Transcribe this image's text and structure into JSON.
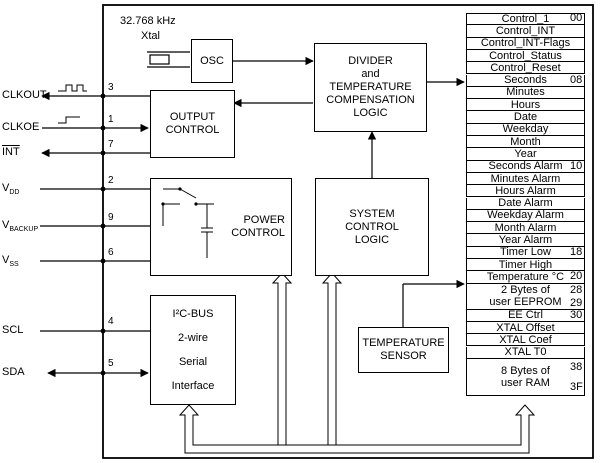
{
  "crystal": {
    "freq": "32.768 kHz",
    "label": "Xtal"
  },
  "blocks": {
    "osc": "OSC",
    "divider": [
      "DIVIDER",
      "and",
      "TEMPERATURE",
      "COMPENSATION",
      "LOGIC"
    ],
    "output": [
      "OUTPUT",
      "CONTROL"
    ],
    "power": [
      "POWER",
      "CONTROL"
    ],
    "system": [
      "SYSTEM",
      "CONTROL",
      "LOGIC"
    ],
    "i2c": [
      "I²C-BUS",
      "2-wire",
      "Serial",
      "Interface"
    ],
    "tempsensor": [
      "TEMPERATURE",
      "SENSOR"
    ]
  },
  "pins": {
    "clkout": {
      "name": "CLKOUT",
      "num": "3"
    },
    "clkoe": {
      "name": "CLKOE",
      "num": "1"
    },
    "int": {
      "name": "INT",
      "num": "7"
    },
    "vdd": {
      "name": "V",
      "sub": "DD",
      "num": "2"
    },
    "vbackup": {
      "name": "V",
      "sub": "BACKUP",
      "num": "9"
    },
    "vss": {
      "name": "V",
      "sub": "SS",
      "num": "6"
    },
    "scl": {
      "name": "SCL",
      "num": "4"
    },
    "sda": {
      "name": "SDA",
      "num": "5"
    }
  },
  "registers": [
    {
      "label": "Control_1",
      "addr": "00"
    },
    {
      "label": "Control_INT",
      "addr": ""
    },
    {
      "label": "Control_INT-Flags",
      "addr": ""
    },
    {
      "label": "Control_Status",
      "addr": ""
    },
    {
      "label": "Control_Reset",
      "addr": ""
    },
    {
      "label": "Seconds",
      "addr": "08"
    },
    {
      "label": "Minutes",
      "addr": ""
    },
    {
      "label": "Hours",
      "addr": ""
    },
    {
      "label": "Date",
      "addr": ""
    },
    {
      "label": "Weekday",
      "addr": ""
    },
    {
      "label": "Month",
      "addr": ""
    },
    {
      "label": "Year",
      "addr": ""
    },
    {
      "label": "Seconds Alarm",
      "addr": "10"
    },
    {
      "label": "Minutes Alarm",
      "addr": ""
    },
    {
      "label": "Hours Alarm",
      "addr": ""
    },
    {
      "label": "Date Alarm",
      "addr": ""
    },
    {
      "label": "Weekday Alarm",
      "addr": ""
    },
    {
      "label": "Month Alarm",
      "addr": ""
    },
    {
      "label": "Year Alarm",
      "addr": ""
    },
    {
      "label": "Timer Low",
      "addr": "18"
    },
    {
      "label": "Timer High",
      "addr": ""
    },
    {
      "label": "Temperature °C",
      "addr": "20"
    }
  ],
  "eeprom": {
    "line1": "2 Bytes of",
    "line2": "user EEPROM",
    "addr1": "28",
    "addr2": "29"
  },
  "registers2": [
    {
      "label": "EE Ctrl",
      "addr": "30"
    },
    {
      "label": "XTAL Offset",
      "addr": ""
    },
    {
      "label": "XTAL Coef",
      "addr": ""
    },
    {
      "label": "XTAL T0",
      "addr": ""
    }
  ],
  "ram": {
    "line1": "8 Bytes of",
    "line2": "user RAM",
    "addr1": "38",
    "addr2": "3F"
  }
}
